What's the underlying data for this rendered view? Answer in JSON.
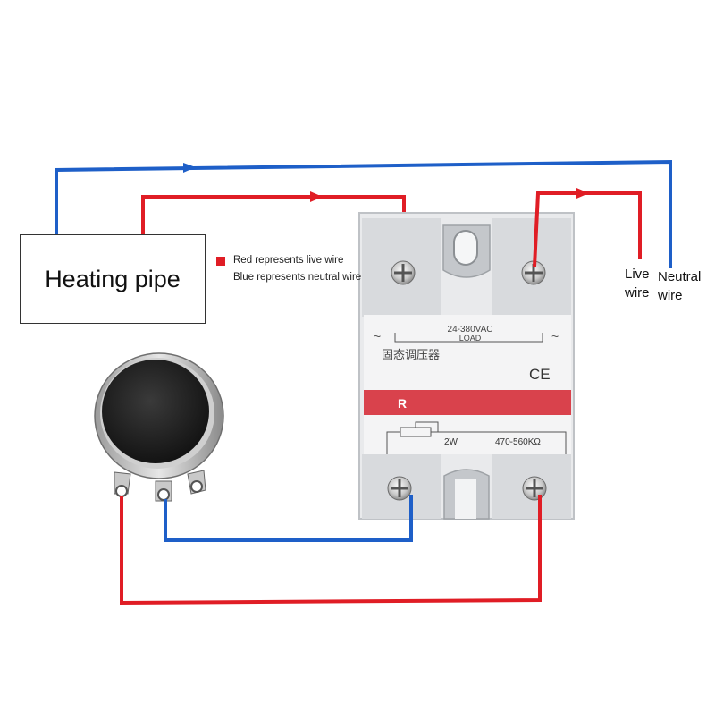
{
  "heating_pipe": {
    "label": "Heating pipe"
  },
  "legend": {
    "red_text": "Red represents live wire",
    "blue_text": "Blue represents neutral wire"
  },
  "wire_labels": {
    "live": "Live wire",
    "neutral": "Neutral wire"
  },
  "ssr": {
    "voltage": "24-380VAC",
    "load": "LOAD",
    "tilde": "~",
    "chinese_name": "固态调压器",
    "ce_mark": "CE",
    "model_letter": "R",
    "power": "2W",
    "resistance": "470-560KΩ"
  },
  "colors": {
    "live": "#e01d25",
    "neutral": "#1e5fc8",
    "band": "#d9424c"
  }
}
